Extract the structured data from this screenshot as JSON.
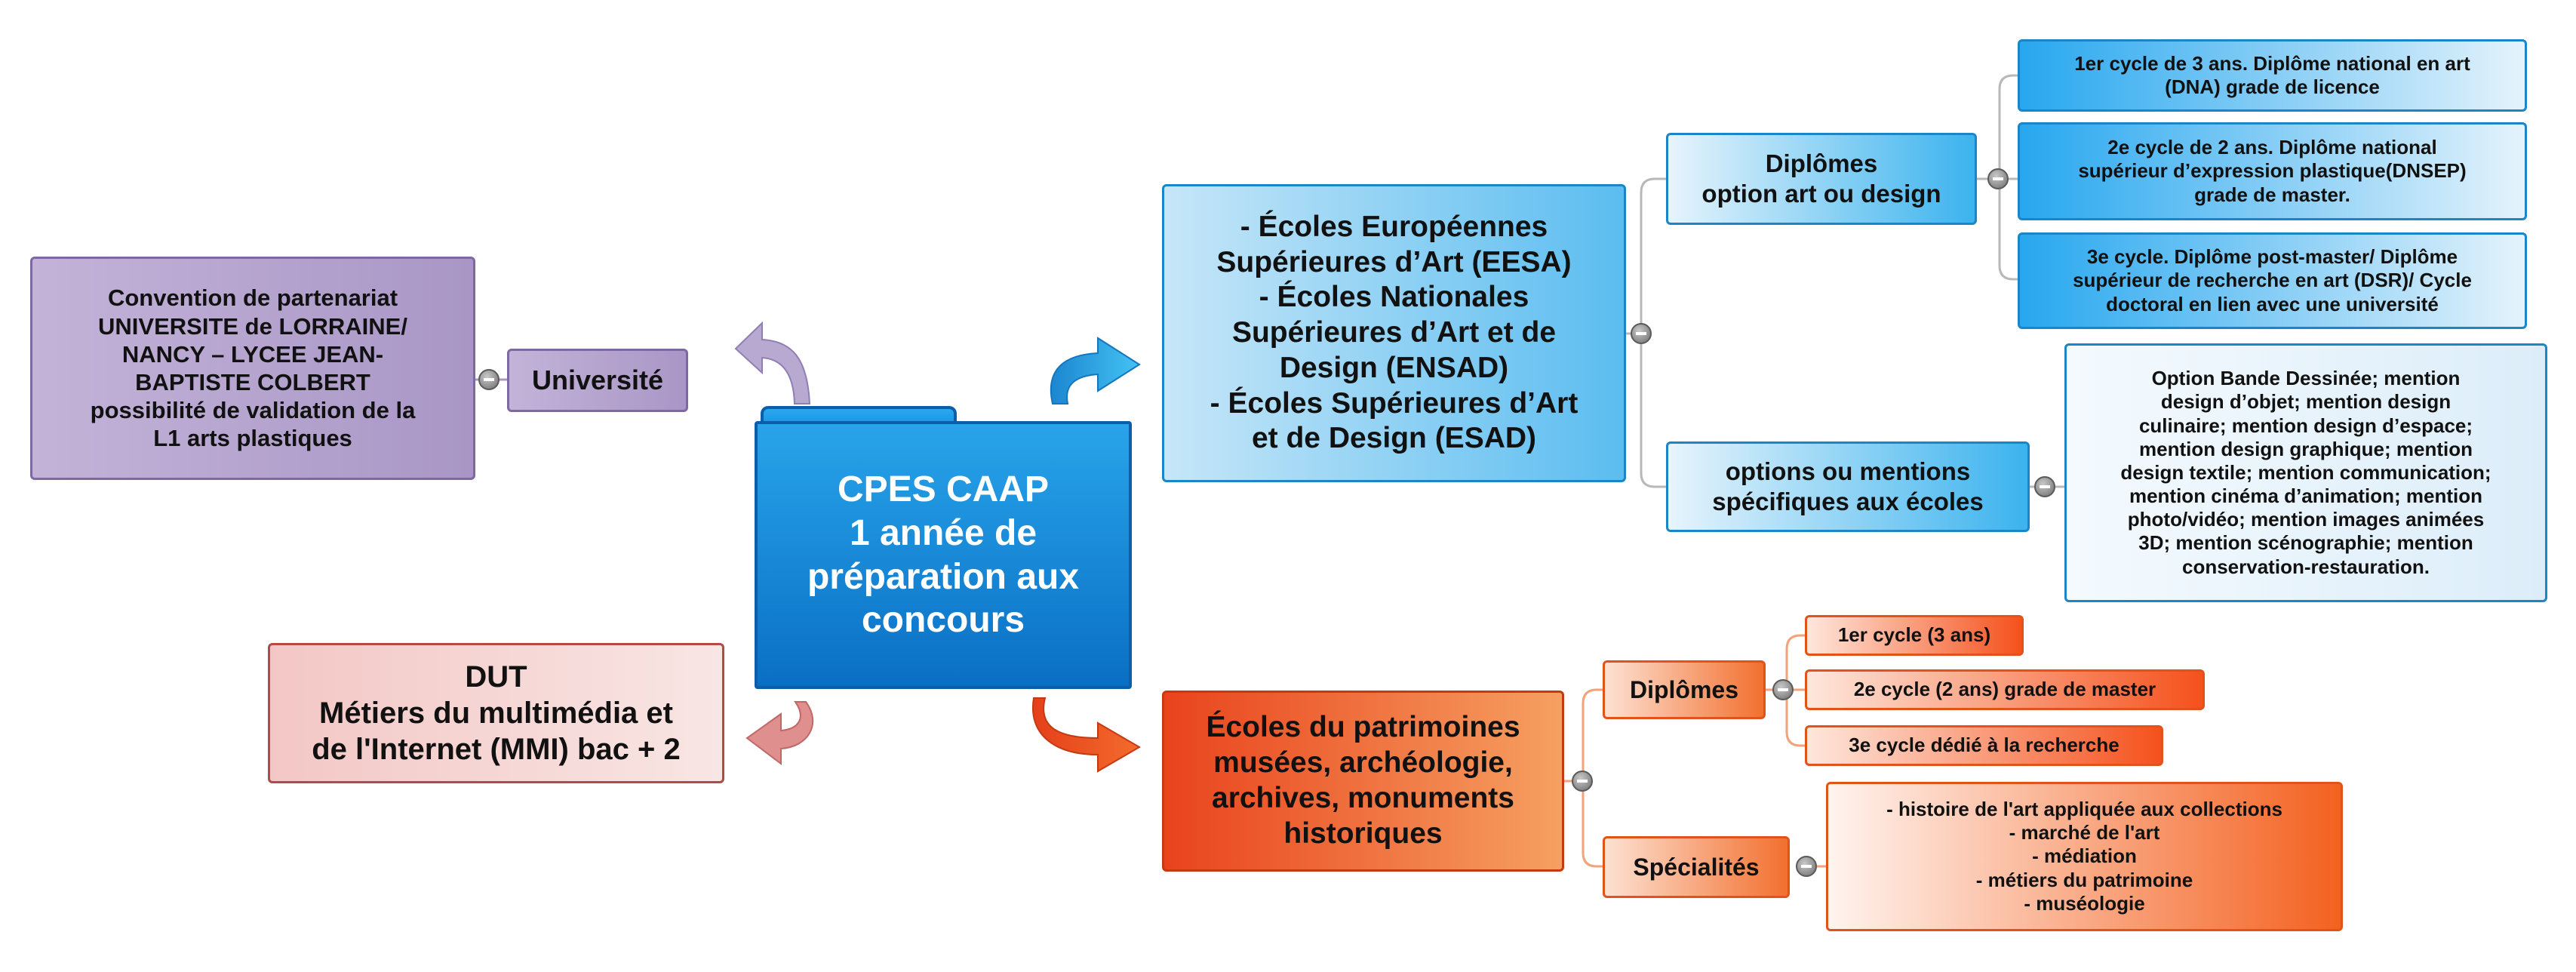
{
  "center": {
    "title": "CPES CAAP\n1 année de\npréparation aux\nconcours"
  },
  "universite": {
    "label": "Université",
    "detail": "Convention de partenariat\nUNIVERSITE de LORRAINE/\nNANCY – LYCEE JEAN-\nBAPTISTE COLBERT\npossibilité de validation de la\nL1 arts plastiques"
  },
  "dut": {
    "label": "DUT\nMétiers du multimédia et\nde l'Internet (MMI) bac + 2"
  },
  "ecoles_art": {
    "label": "- Écoles Européennes\nSupérieures d’Art (EESA)\n- Écoles Nationales\nSupérieures d’Art et de\nDesign (ENSAD)\n- Écoles Supérieures d’Art\net de Design (ESAD)",
    "diplomes": {
      "label": "Diplômes\noption art ou design",
      "items": [
        "1er cycle de 3 ans. Diplôme national en art\n(DNA)  grade de licence",
        "2e cycle de 2 ans. Diplôme national\nsupérieur d’expression plastique(DNSEP)\ngrade de master.",
        "3e cycle. Diplôme post-master/ Diplôme\nsupérieur de recherche en art (DSR)/ Cycle\ndoctoral en lien avec une université"
      ]
    },
    "options": {
      "label": "options ou mentions\nspécifiques aux écoles",
      "detail": "Option Bande Dessinée; mention\ndesign d’objet; mention design\nculinaire;  mention design d’espace;\nmention design graphique; mention\ndesign textile; mention communication;\nmention cinéma d’animation; mention\nphoto/vidéo; mention images animées\n3D; mention scénographie; mention\nconservation-restauration."
    }
  },
  "ecoles_patrimoine": {
    "label": "Écoles du patrimoines\nmusées, archéologie,\narchives, monuments\nhistoriques",
    "diplomes": {
      "label": "Diplômes",
      "items": [
        "1er cycle (3 ans)",
        "2e cycle (2 ans) grade de master",
        "3e cycle dédié à la recherche"
      ]
    },
    "specialites": {
      "label": "Spécialités",
      "detail": "- histoire de l'art appliquée aux collections\n- marché de l'art\n- médiation\n- métiers du patrimoine\n- muséologie"
    }
  },
  "colors": {
    "purple": "#a996c6",
    "blue": "#1a86c8",
    "orange": "#e2531b",
    "pink": "#f3c7c5"
  }
}
